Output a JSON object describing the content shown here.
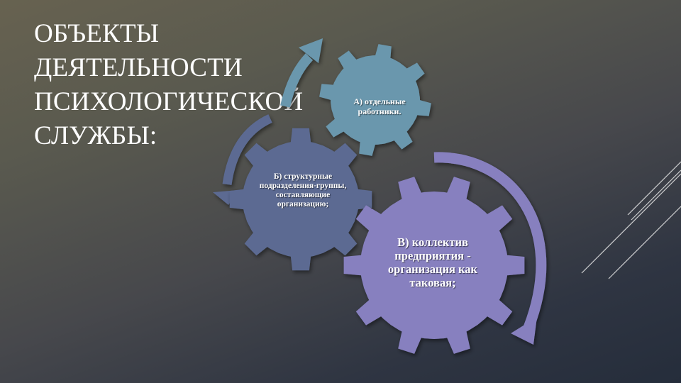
{
  "slide": {
    "title_lines": [
      "ОБЪЕКТЫ",
      "ДЕЯТЕЛЬНОСТИ",
      "ПСИХОЛОГИЧЕСКОЙ",
      "СЛУЖБЫ:"
    ],
    "gear_a": {
      "label": "А) отдельные работники."
    },
    "gear_b": {
      "label": "Б) структурные подразделения-группы, составляющие организацию;"
    },
    "gear_c": {
      "label": "В) коллектив предприятия - организация как таковая;"
    }
  },
  "colors": {
    "gear_a": "#6b97ad",
    "gear_b": "#5b6b92",
    "gear_c": "#8780bf",
    "arrow_a": "#6b97ad",
    "arrow_b": "#5b6b92",
    "arrow_c": "#8780bf",
    "title_text": "#ffffff"
  }
}
